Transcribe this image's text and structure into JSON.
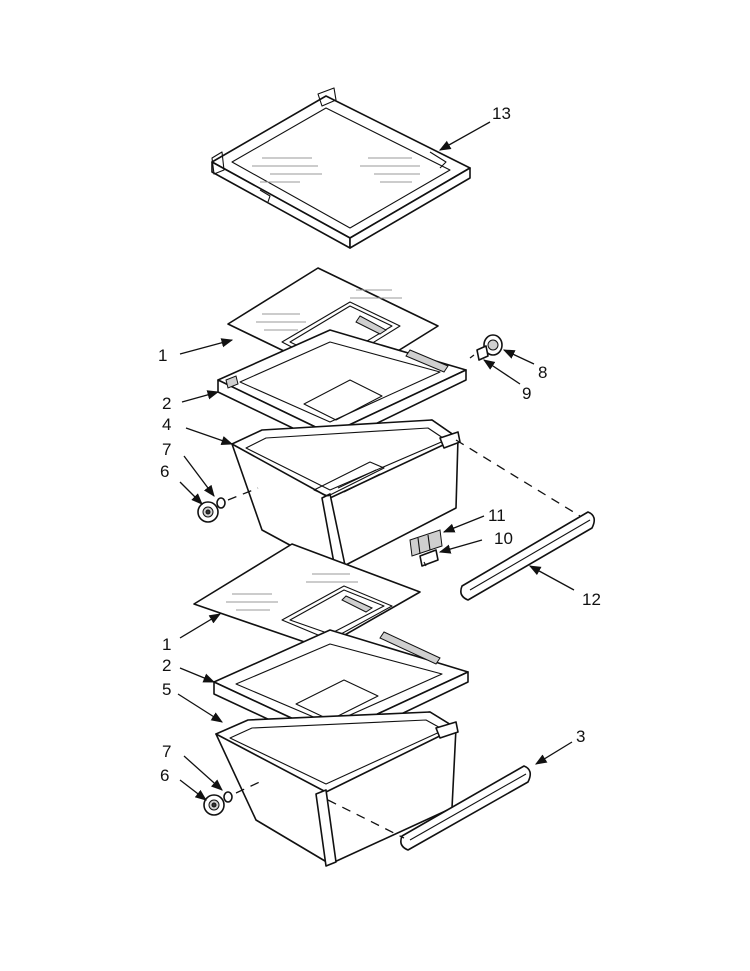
{
  "callouts": [
    {
      "id": "c13",
      "label": "13"
    },
    {
      "id": "c1a",
      "label": "1"
    },
    {
      "id": "c8",
      "label": "8"
    },
    {
      "id": "c9",
      "label": "9"
    },
    {
      "id": "c2a",
      "label": "2"
    },
    {
      "id": "c4",
      "label": "4"
    },
    {
      "id": "c7a",
      "label": "7"
    },
    {
      "id": "c6a",
      "label": "6"
    },
    {
      "id": "c11",
      "label": "11"
    },
    {
      "id": "c10",
      "label": "10"
    },
    {
      "id": "c12",
      "label": "12"
    },
    {
      "id": "c1b",
      "label": "1"
    },
    {
      "id": "c2b",
      "label": "2"
    },
    {
      "id": "c5",
      "label": "5"
    },
    {
      "id": "c3",
      "label": "3"
    },
    {
      "id": "c7b",
      "label": "7"
    },
    {
      "id": "c6b",
      "label": "6"
    }
  ],
  "colors": {
    "line": "#111111",
    "background": "#ffffff",
    "shading": "#cfcfcf"
  }
}
